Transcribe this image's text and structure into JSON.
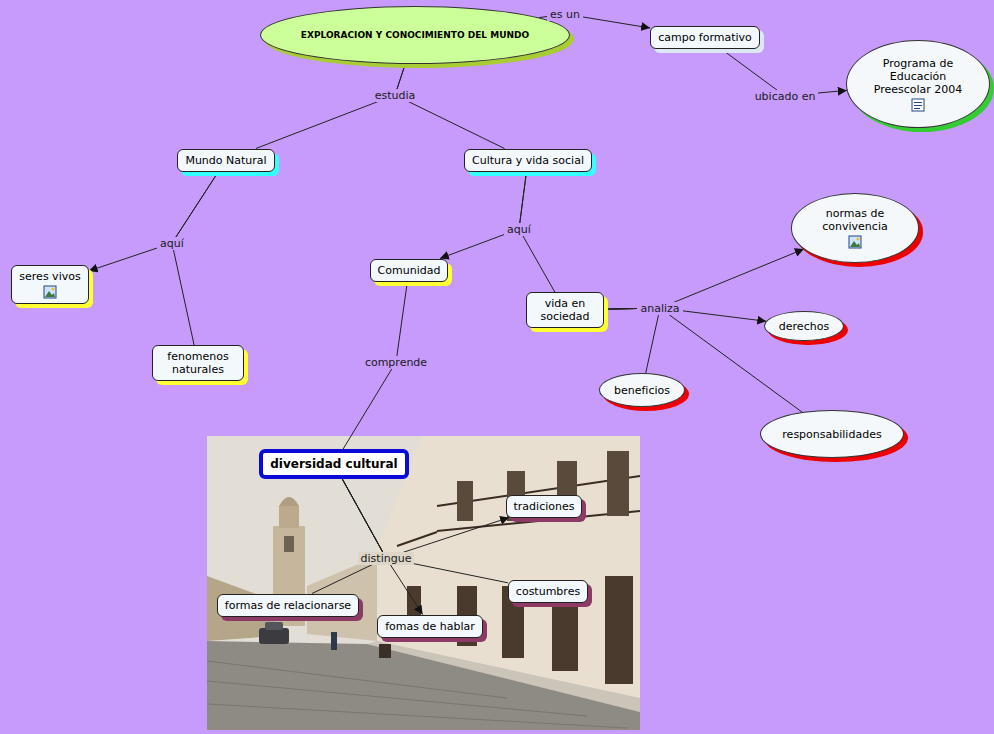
{
  "diagram": {
    "nodes": [
      {
        "text": [
          "EXPLORACION Y CONOCIMIENTO DEL MUNDO"
        ]
      },
      {
        "text": [
          "campo formativo"
        ]
      },
      {
        "text": [
          "Programa de Educación Preescolar 2004"
        ]
      },
      {
        "text": [
          "Mundo Natural"
        ]
      },
      {
        "text": [
          "Cultura y vida social"
        ]
      },
      {
        "text": [
          "seres vivos"
        ]
      },
      {
        "text": [
          "fenomenos naturales"
        ]
      },
      {
        "text": [
          "Comunidad"
        ]
      },
      {
        "text": [
          "vida en sociedad"
        ]
      },
      {
        "text": [
          "normas de convivencia"
        ]
      },
      {
        "text": [
          "derechos"
        ]
      },
      {
        "text": [
          "beneficios"
        ]
      },
      {
        "text": [
          "responsabilidades"
        ]
      },
      {
        "text": [
          "diversidad cultural"
        ]
      },
      {
        "text": [
          "tradiciones"
        ]
      },
      {
        "text": [
          "costumbres"
        ]
      },
      {
        "text": [
          "formas de relacionarse"
        ]
      },
      {
        "text": [
          "fomas de hablar"
        ]
      }
    ],
    "edges": [
      {
        "from": 0,
        "to": 1,
        "label": "es un",
        "arrow": "to"
      },
      {
        "from": 1,
        "to": 2,
        "label": "ubicado en",
        "arrow": "to"
      },
      {
        "from": 0,
        "to": 3,
        "label": "estudia",
        "arrow": "none"
      },
      {
        "from": 0,
        "to": 4,
        "arrow": "none"
      },
      {
        "from": 3,
        "to": 5,
        "label": "aquí",
        "arrow": "to"
      },
      {
        "from": 3,
        "to": 6,
        "arrow": "none"
      },
      {
        "from": 4,
        "to": 7,
        "label": "aquí",
        "arrow": "to"
      },
      {
        "from": 4,
        "to": 8,
        "arrow": "none"
      },
      {
        "from": 8,
        "to": 9,
        "label": "analiza",
        "arrow": "to"
      },
      {
        "from": 8,
        "to": 10,
        "arrow": "to"
      },
      {
        "from": 8,
        "to": 11,
        "arrow": "none"
      },
      {
        "from": 8,
        "to": 12,
        "arrow": "none"
      },
      {
        "from": 7,
        "to": 13,
        "label": "comprende",
        "arrow": "none"
      },
      {
        "from": 13,
        "to": 14,
        "label": "distingue",
        "arrow": "to"
      },
      {
        "from": 13,
        "to": 15,
        "arrow": "none"
      },
      {
        "from": 13,
        "to": 16,
        "arrow": "none"
      },
      {
        "from": 13,
        "to": 17,
        "arrow": "to"
      }
    ]
  }
}
